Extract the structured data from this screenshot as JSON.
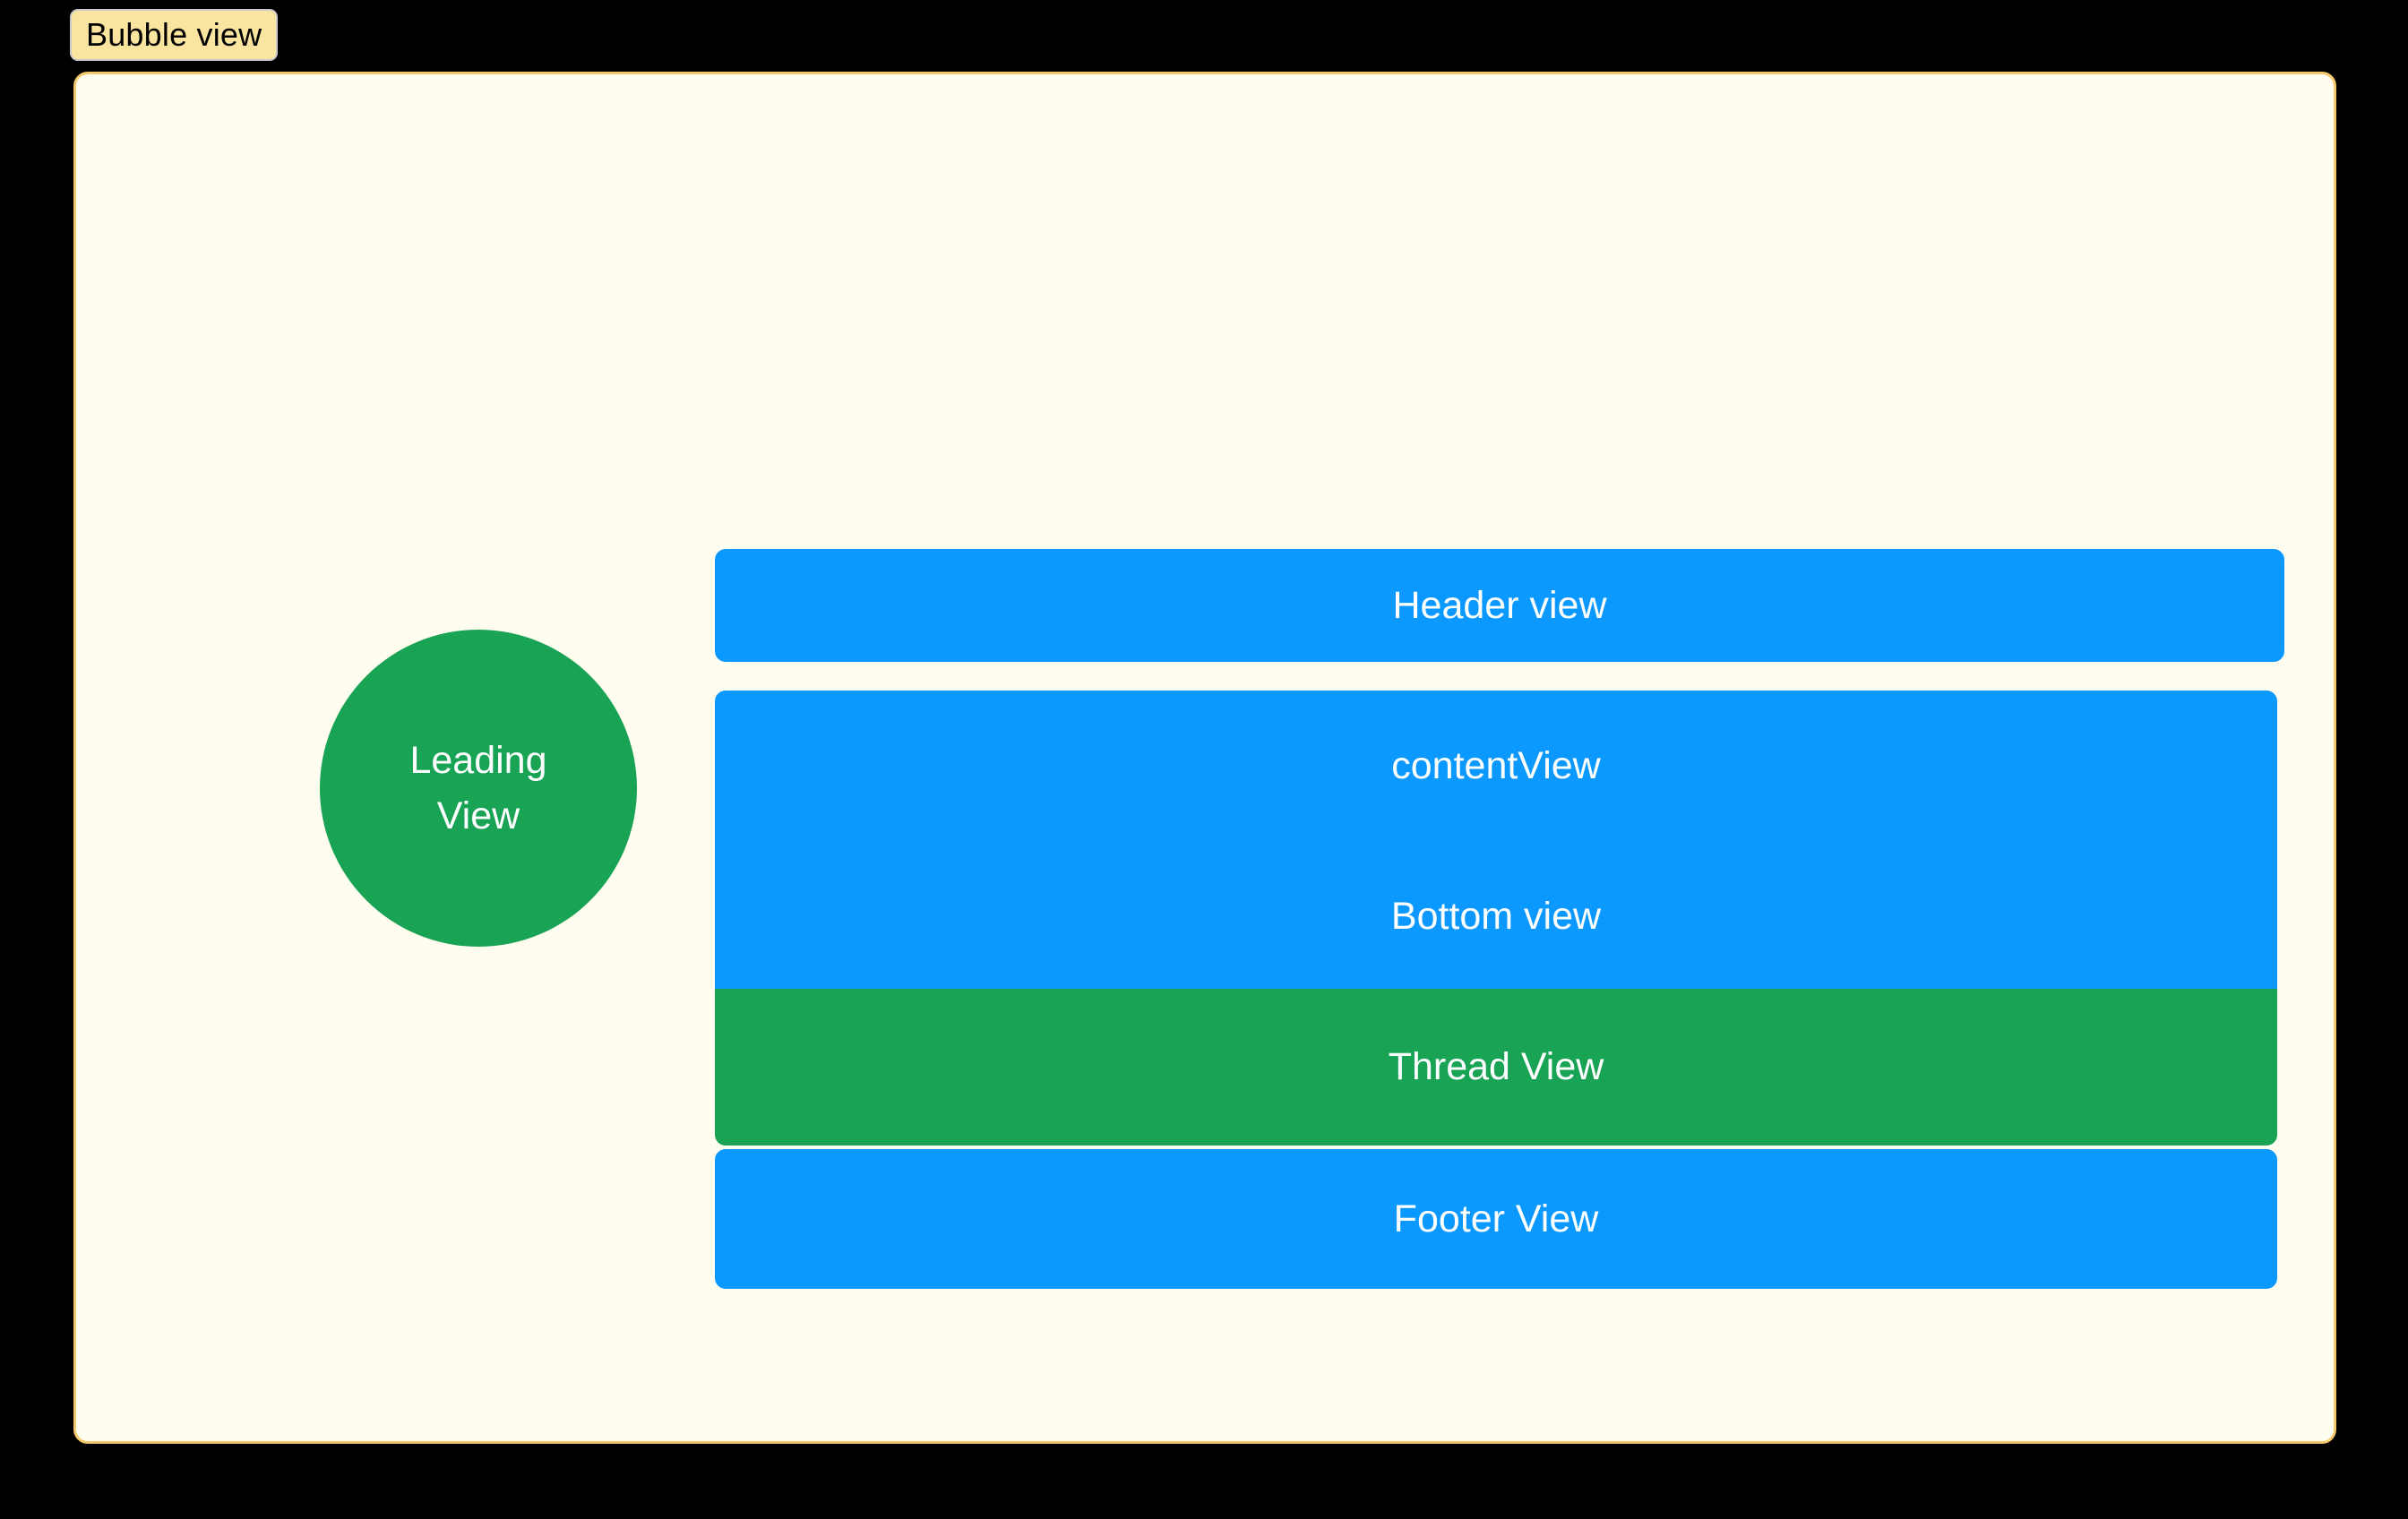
{
  "page": {
    "background_color": "#000000"
  },
  "tag": {
    "label": "Bubble view",
    "fill_color": "#FAE5A0",
    "border_color": "#C9C9C9",
    "text_color": "#000000"
  },
  "card": {
    "background_color": "#FFFDF0",
    "border_color": "#F3C96B"
  },
  "leading_view": {
    "line1": "Leading",
    "line2": "View",
    "fill_color": "#19A355",
    "text_color": "#FFFFFF"
  },
  "stack": {
    "blue_color": "#0B99FF",
    "green_color": "#19A355",
    "text_color": "#FFFFFF",
    "items": [
      {
        "name": "header-view",
        "label": "Header view",
        "color": "#0B99FF"
      },
      {
        "name": "content-view",
        "label": "contentView",
        "color": "#0B99FF"
      },
      {
        "name": "bottom-view",
        "label": "Bottom view",
        "color": "#0B99FF"
      },
      {
        "name": "thread-view",
        "label": "Thread View",
        "color": "#19A355"
      },
      {
        "name": "footer-view",
        "label": "Footer View",
        "color": "#0B99FF"
      }
    ]
  }
}
